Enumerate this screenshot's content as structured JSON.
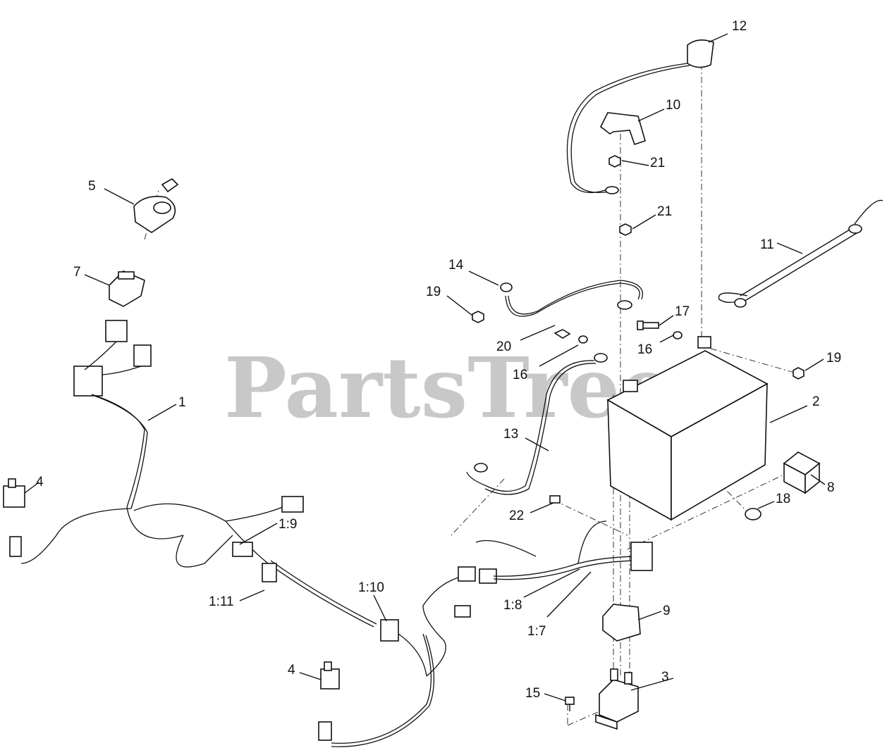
{
  "watermark": "PartsTree",
  "colors": {
    "line": "#111111",
    "watermark": "#9a9a9a",
    "background": "#ffffff"
  },
  "callouts": {
    "c12": "12",
    "c10": "10",
    "c21a": "21",
    "c21b": "21",
    "c11": "11",
    "c14": "14",
    "c19a": "19",
    "c17": "17",
    "c20": "20",
    "c16a": "16",
    "c16b": "16",
    "c19b": "19",
    "c5": "5",
    "c7": "7",
    "c1": "1",
    "c2": "2",
    "c13": "13",
    "c4a": "4",
    "c8": "8",
    "c18": "18",
    "c22": "22",
    "c1_9": "1:9",
    "c1_11": "1:11",
    "c1_10": "1:10",
    "c1_8": "1:8",
    "c1_7": "1:7",
    "c9": "9",
    "c4b": "4",
    "c3": "3",
    "c15": "15"
  }
}
